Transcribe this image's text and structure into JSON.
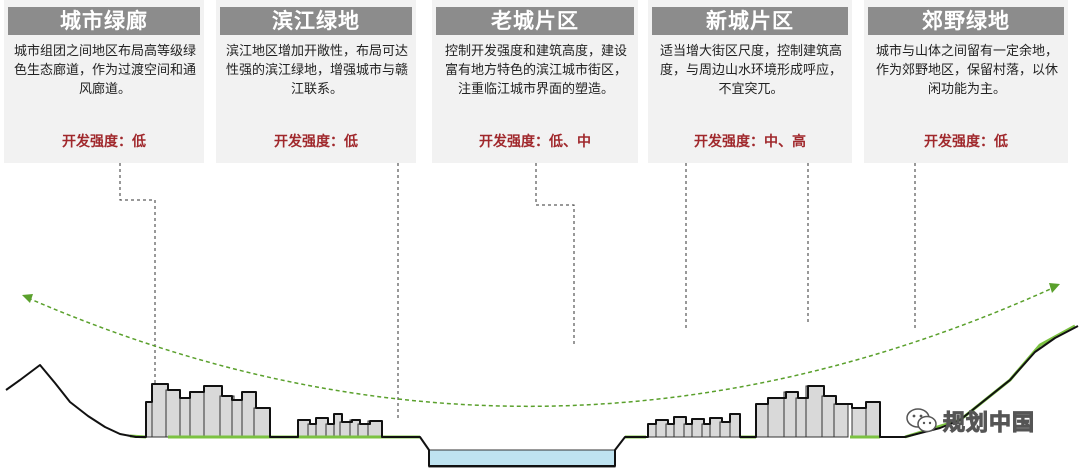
{
  "cards": [
    {
      "title": "城市绿廊",
      "desc": "城市组团之间地区布局高等级绿色生态廊道，作为过渡空间和通风廊道。",
      "intensity": "开发强度：低"
    },
    {
      "title": "滨江绿地",
      "desc": "滨江地区增加开敞性，布局可达性强的滨江绿地，增强城市与赣江联系。",
      "intensity": "开发强度：低"
    },
    {
      "title": "老城片区",
      "desc": "控制开发强度和建筑高度，建设富有地方特色的滨江城市街区，注重临江城市界面的塑造。",
      "intensity": "开发强度：低、中"
    },
    {
      "title": "新城片区",
      "desc": "适当增大街区尺度，控制建筑高度，与周边山水环境形成呼应，不宜突兀。",
      "intensity": "开发强度：中、高"
    },
    {
      "title": "郊野绿地",
      "desc": "城市与山体之间留有一定余地，作为郊野地区，保留村落，以休闲功能为主。",
      "intensity": "开发强度：低"
    }
  ],
  "watermark": {
    "text": "规划中国",
    "icon": "wechat-icon"
  },
  "colors": {
    "card_bg": "#f2f2f2",
    "title_bg": "#8c8c8c",
    "intensity": "#a0282c",
    "green": "#7cc242",
    "dashed_curve": "#5aa02c",
    "building": "#d9d9d9",
    "river": "#bfe3f0"
  }
}
